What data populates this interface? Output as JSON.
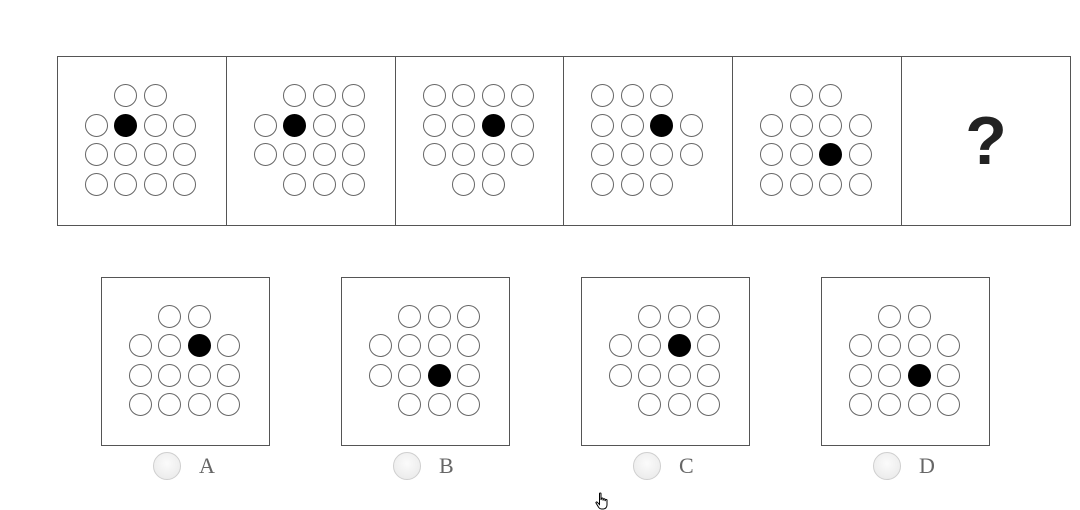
{
  "question": {
    "sequence": [
      {
        "rows": [
          [
            1,
            2
          ],
          [
            0,
            1,
            2,
            3
          ],
          [
            0,
            1,
            2,
            3
          ],
          [
            0,
            1,
            2,
            3
          ]
        ],
        "filled": [
          1,
          1
        ]
      },
      {
        "rows": [
          [
            1,
            2,
            3
          ],
          [
            0,
            1,
            2,
            3
          ],
          [
            0,
            1,
            2,
            3
          ],
          [
            1,
            2,
            3
          ]
        ],
        "filled": [
          1,
          1
        ]
      },
      {
        "rows": [
          [
            0,
            1,
            2,
            3
          ],
          [
            0,
            1,
            2,
            3
          ],
          [
            0,
            1,
            2,
            3
          ],
          [
            1,
            2
          ]
        ],
        "filled": [
          1,
          2
        ]
      },
      {
        "rows": [
          [
            0,
            1,
            2
          ],
          [
            0,
            1,
            2,
            3
          ],
          [
            0,
            1,
            2,
            3
          ],
          [
            0,
            1,
            2
          ]
        ],
        "filled": [
          1,
          2
        ]
      },
      {
        "rows": [
          [
            1,
            2
          ],
          [
            0,
            1,
            2,
            3
          ],
          [
            0,
            1,
            2,
            3
          ],
          [
            0,
            1,
            2,
            3
          ]
        ],
        "filled": [
          2,
          2
        ]
      }
    ],
    "placeholder": "?"
  },
  "options": [
    {
      "label": "A",
      "rows": [
        [
          1,
          2
        ],
        [
          0,
          1,
          2,
          3
        ],
        [
          0,
          1,
          2,
          3
        ],
        [
          0,
          1,
          2,
          3
        ]
      ],
      "filled": [
        1,
        2
      ],
      "selected": false
    },
    {
      "label": "B",
      "rows": [
        [
          1,
          2,
          3
        ],
        [
          0,
          1,
          2,
          3
        ],
        [
          0,
          1,
          2,
          3
        ],
        [
          1,
          2,
          3
        ]
      ],
      "filled": [
        2,
        2
      ],
      "selected": false
    },
    {
      "label": "C",
      "rows": [
        [
          1,
          2,
          3
        ],
        [
          0,
          1,
          2,
          3
        ],
        [
          0,
          1,
          2,
          3
        ],
        [
          1,
          2,
          3
        ]
      ],
      "filled": [
        1,
        2
      ],
      "selected": false
    },
    {
      "label": "D",
      "rows": [
        [
          1,
          2
        ],
        [
          0,
          1,
          2,
          3
        ],
        [
          0,
          1,
          2,
          3
        ],
        [
          0,
          1,
          2,
          3
        ]
      ],
      "filled": [
        2,
        2
      ],
      "selected": false
    }
  ],
  "colors": {
    "filled_dot": "#000000",
    "empty_dot_border": "#666666",
    "frame_border": "#555555",
    "label_text": "#666666"
  },
  "icons": {
    "cursor": "hand-pointer-icon"
  }
}
